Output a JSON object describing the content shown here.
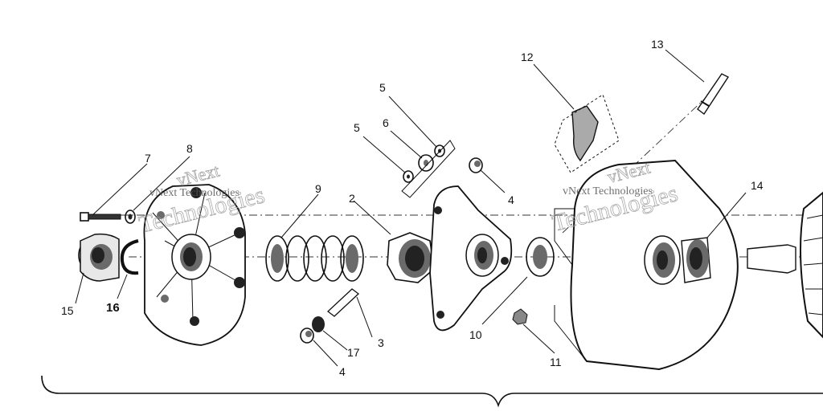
{
  "labels": {
    "l2": "2",
    "l3": "3",
    "l4a": "4",
    "l4b": "4",
    "l5a": "5",
    "l5b": "5",
    "l6": "6",
    "l7": "7",
    "l8": "8",
    "l9": "9",
    "l10": "10",
    "l11": "11",
    "l12": "12",
    "l13": "13",
    "l14": "14",
    "l15": "15",
    "l16": "16",
    "l17": "17"
  },
  "watermark": {
    "left_top": "vNext",
    "left_mid": "vNext Technologies",
    "left_big": "Technologies",
    "right_top": "vNext",
    "right_mid": "vNext Technologies",
    "right_big": "Technologies"
  }
}
